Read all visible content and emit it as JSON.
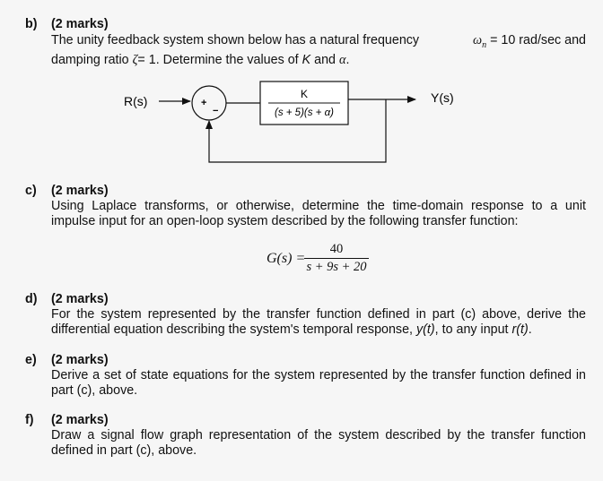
{
  "parts": {
    "b": {
      "label": "b)",
      "marks": "(2 marks)",
      "line1_a": "The unity feedback system shown below has a natural frequency",
      "omega_sym": "ω",
      "omega_sub": "n",
      "line1_b": "= 10 rad/sec and",
      "line2_a": "damping ratio",
      "zeta_sym": "ζ",
      "line2_b": "= 1. Determine the values of",
      "K_sym": "K",
      "and_text": "and",
      "alpha_sym": "α",
      "period": "."
    },
    "diagram": {
      "input": "R(s)",
      "output": "Y(s)",
      "plus": "+",
      "minus": "−",
      "numerator": "K",
      "denominator": "(s + 5)(s + α)"
    },
    "c": {
      "label": "c)",
      "marks": "(2 marks)",
      "text": "Using Laplace transforms, or otherwise, determine the time-domain response to a unit impulse input for an open-loop system described by the following transfer function:",
      "tf_lhs": "G(s) =",
      "tf_num": "40",
      "tf_den": "s + 9s + 20"
    },
    "d": {
      "label": "d)",
      "marks": "(2 marks)",
      "text_a": "For the system represented by the transfer function defined in part (c) above, derive the differential equation describing the system's temporal response,",
      "y_t": "y(t)",
      "text_b": ", to any input",
      "r_t": "r(t)",
      "text_c": "."
    },
    "e": {
      "label": "e)",
      "marks": "(2 marks)",
      "text": "Derive a set of state equations for the system represented by the transfer function defined in part (c), above."
    },
    "f": {
      "label": "f)",
      "marks": "(2 marks)",
      "text": "Draw a signal flow graph representation of the system described by the transfer function defined in part (c), above."
    }
  }
}
